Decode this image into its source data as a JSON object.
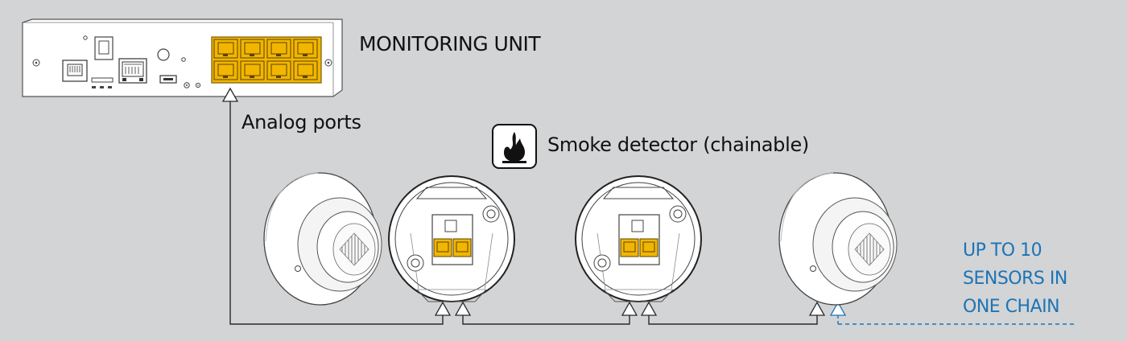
{
  "monitoring_unit": {
    "title": "MONITORING UNIT"
  },
  "analog_ports": {
    "label": "Analog ports",
    "count": 8
  },
  "smoke_detector": {
    "label": "Smoke detector (chainable)",
    "icon": "fire-icon"
  },
  "chain_note": {
    "line1": "UP TO 10",
    "line2": "SENSORS IN",
    "line3": "ONE CHAIN"
  },
  "colors": {
    "background": "#d3d4d6",
    "port_accent": "#f2b600",
    "note_accent": "#1d74b5",
    "line": "#2a2a2a"
  }
}
